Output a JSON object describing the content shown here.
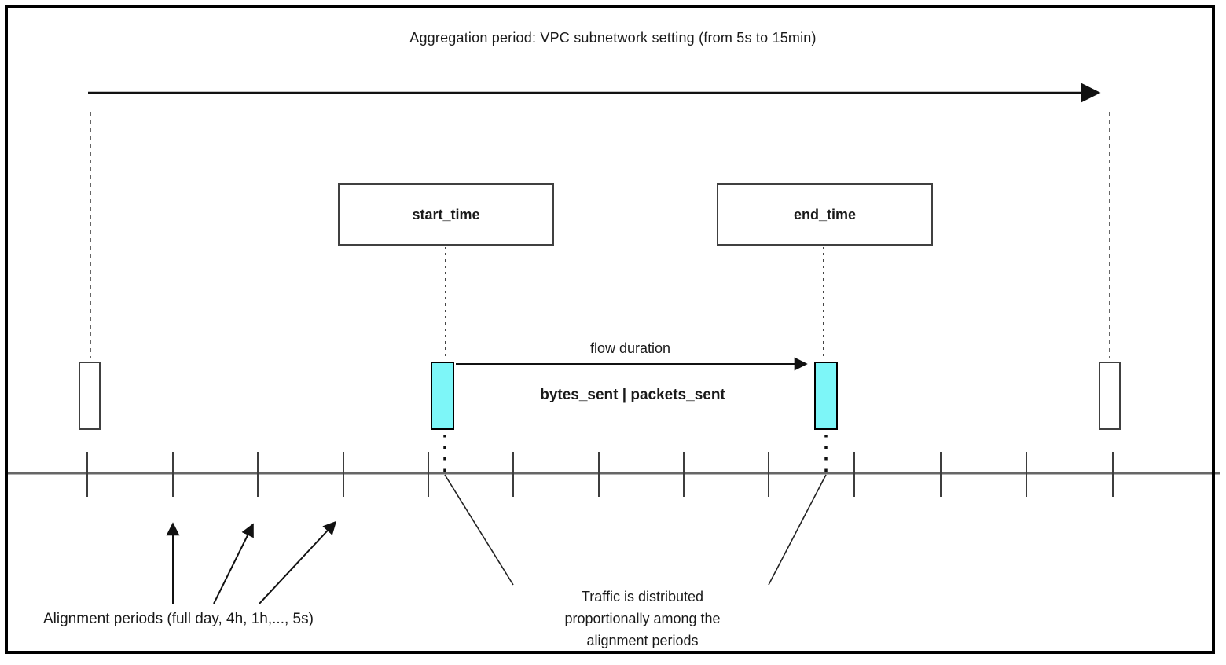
{
  "diagram": {
    "title": "Aggregation period: VPC subnetwork setting (from 5s to 15min)",
    "start_box_label": "start_time",
    "end_box_label": "end_time",
    "flow_duration_label": "flow duration",
    "metrics_label": "bytes_sent | packets_sent",
    "alignment_label": "Alignment periods (full day, 4h, 1h,..., 5s)",
    "traffic_note": {
      "line1": "Traffic is distributed",
      "line2": "proportionally among the",
      "line3": "alignment periods"
    },
    "colors": {
      "marker_fill": "#7df6f8",
      "timeline_gray": "#666666",
      "line_black": "#111111",
      "border_black": "#000000"
    }
  }
}
